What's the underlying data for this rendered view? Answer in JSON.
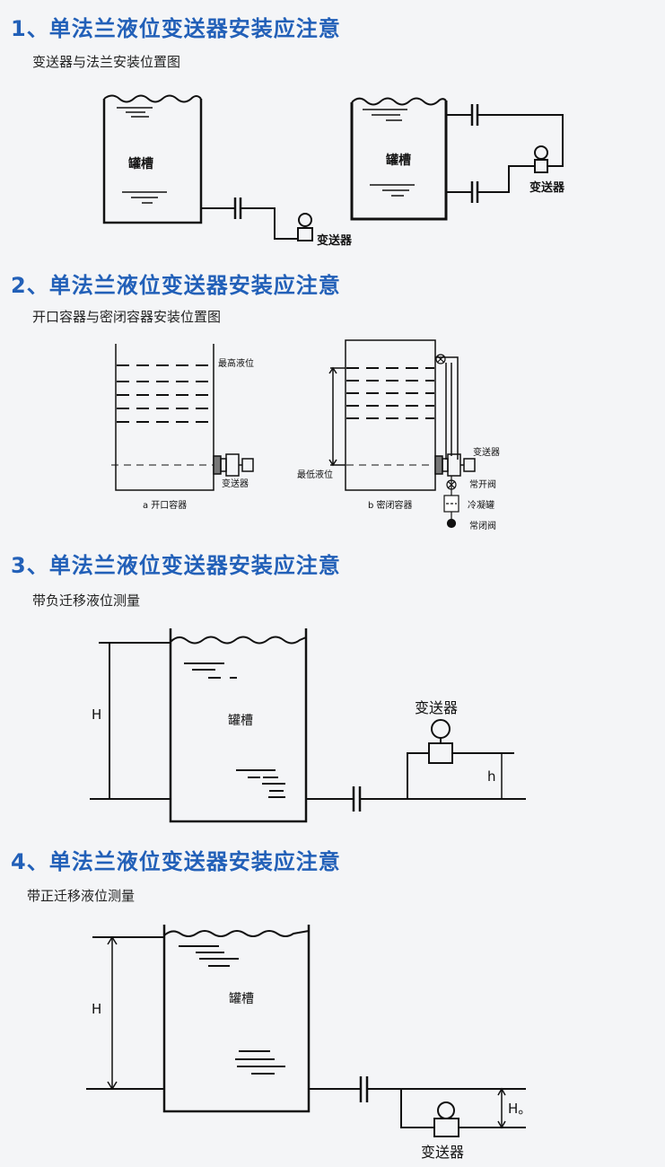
{
  "sections": [
    {
      "heading": "1、单法兰液位变送器安装应注意",
      "subtitle": "变送器与法兰安装位置图",
      "diagram": {
        "tank_label_left": "罐槽",
        "tank_label_right": "罐槽",
        "transmitter_left": "变送器",
        "transmitter_right": "变送器"
      }
    },
    {
      "heading": "2、单法兰液位变送器安装应注意",
      "subtitle": "开口容器与密闭容器安装位置图",
      "diagram": {
        "max_level": "最高液位",
        "transmitter_a": "变送器",
        "caption_a": "a 开口容器",
        "min_level": "最低液位",
        "transmitter_b": "变送器",
        "normally_open_valve": "常开阀",
        "condenser": "冷凝罐",
        "normally_closed_valve": "常闭阀",
        "caption_b": "b 密闭容器"
      }
    },
    {
      "heading": "3、单法兰液位变送器安装应注意",
      "subtitle": "带负迁移液位测量",
      "diagram": {
        "H": "H",
        "tank_label": "罐槽",
        "transmitter": "变送器",
        "h": "h"
      }
    },
    {
      "heading": "4、单法兰液位变送器安装应注意",
      "subtitle": "带正迁移液位测量",
      "diagram": {
        "H": "H",
        "tank_label": "罐槽",
        "transmitter": "变送器",
        "H0": "H。"
      }
    }
  ]
}
